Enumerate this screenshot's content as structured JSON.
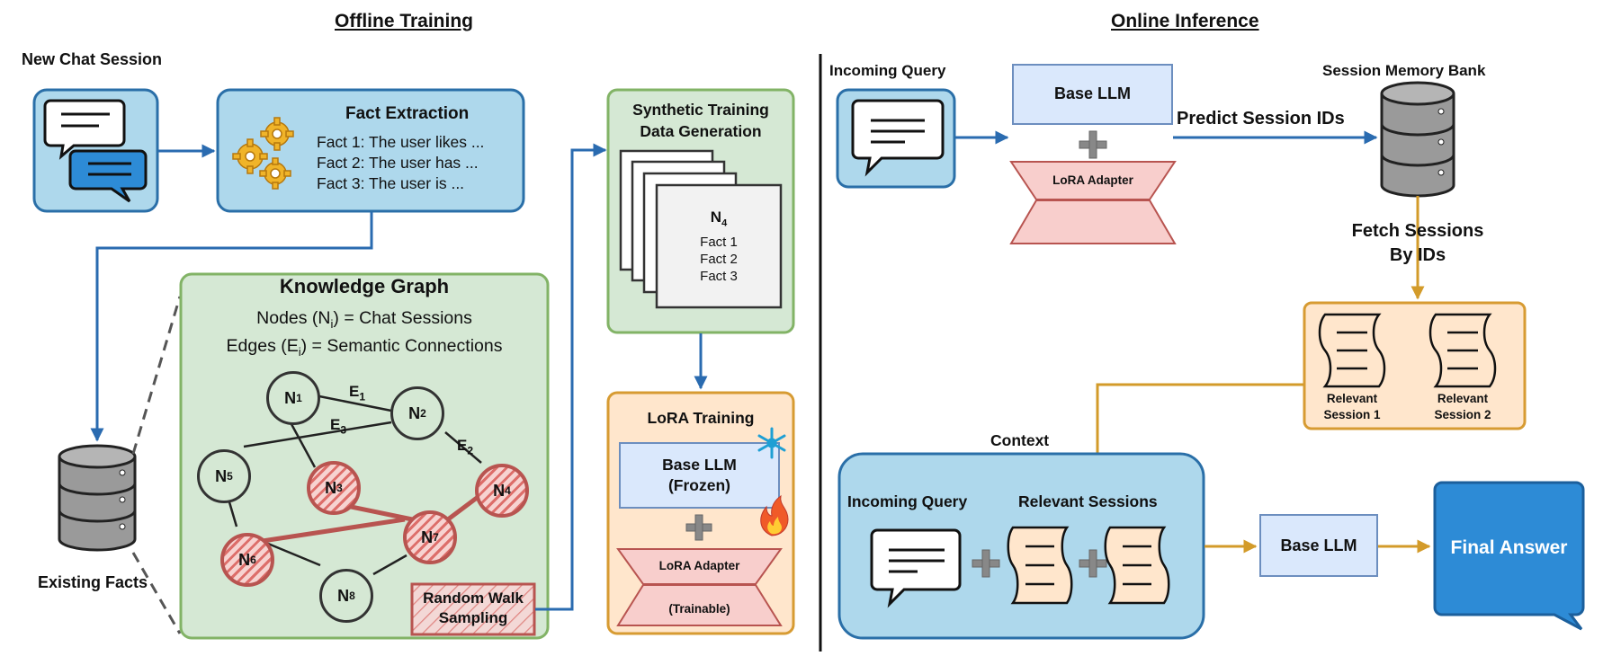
{
  "sections": {
    "offline": "Offline Training",
    "online": "Online Inference"
  },
  "offline": {
    "new_chat_label": "New Chat Session",
    "fact_extraction": {
      "title": "Fact Extraction",
      "facts": [
        "Fact 1: The user likes ...",
        "Fact 2: The user has ...",
        "Fact 3: The user is ..."
      ]
    },
    "existing_facts_label": "Existing Facts",
    "knowledge_graph": {
      "title": "Knowledge Graph",
      "nodes_def_pre": "Nodes (N",
      "nodes_def_sub": "i",
      "nodes_def_post": ") = Chat Sessions",
      "edges_def_pre": "Edges (E",
      "edges_def_sub": "i",
      "edges_def_post": ") = Semantic Connections",
      "random_walk_line1": "Random Walk",
      "random_walk_line2": "Sampling",
      "nodes": [
        {
          "main": "N",
          "sub": "1",
          "sampled": false
        },
        {
          "main": "N",
          "sub": "2",
          "sampled": false
        },
        {
          "main": "N",
          "sub": "3",
          "sampled": true
        },
        {
          "main": "N",
          "sub": "4",
          "sampled": true
        },
        {
          "main": "N",
          "sub": "5",
          "sampled": false
        },
        {
          "main": "N",
          "sub": "6",
          "sampled": true
        },
        {
          "main": "N",
          "sub": "7",
          "sampled": true
        },
        {
          "main": "N",
          "sub": "8",
          "sampled": false
        }
      ],
      "edge_labels": [
        {
          "main": "E",
          "sub": "1"
        },
        {
          "main": "E",
          "sub": "3"
        },
        {
          "main": "E",
          "sub": "2"
        }
      ]
    },
    "synthetic": {
      "title_line1": "Synthetic Training",
      "title_line2": "Data Generation",
      "doc_node_main": "N",
      "doc_node_sub": "4",
      "doc_facts": [
        "Fact 1",
        "Fact 2",
        "Fact 3"
      ]
    },
    "lora_training": {
      "title": "LoRA Training",
      "base_line1": "Base LLM",
      "base_line2": "(Frozen)",
      "adapter_label": "LoRA Adapter",
      "trainable_label": "(Trainable)"
    }
  },
  "online": {
    "incoming_query_label": "Incoming Query",
    "base_llm": "Base LLM",
    "lora_adapter": "LoRA Adapter",
    "predict_label": "Predict Session IDs",
    "memory_bank_label": "Session Memory Bank",
    "fetch_line1": "Fetch Sessions",
    "fetch_line2": "By IDs",
    "relevant": [
      {
        "line1": "Relevant",
        "line2": "Session 1"
      },
      {
        "line1": "Relevant",
        "line2": "Session 2"
      }
    ],
    "context_label": "Context",
    "context_query_label": "Incoming Query",
    "context_sessions_label": "Relevant Sessions",
    "base_llm_final": "Base LLM",
    "final_answer": "Final Answer"
  },
  "colors": {
    "blue_arrow": "#2a6bb0",
    "gold_arrow": "#d39b2a",
    "light_blue_box": "#aed8ec",
    "blue_border": "#2a6fa8",
    "green_box": "#d5e8d4",
    "green_border": "#82b366",
    "orange_box": "#ffe6cc",
    "orange_border": "#d79b32",
    "llm_box": "#dae8fc",
    "llm_border": "#6c8ebf",
    "lora_fill": "#f8cecc",
    "lora_border": "#b85450",
    "sampled_node": "#b85450",
    "final_answer": "#2d8bd6"
  }
}
